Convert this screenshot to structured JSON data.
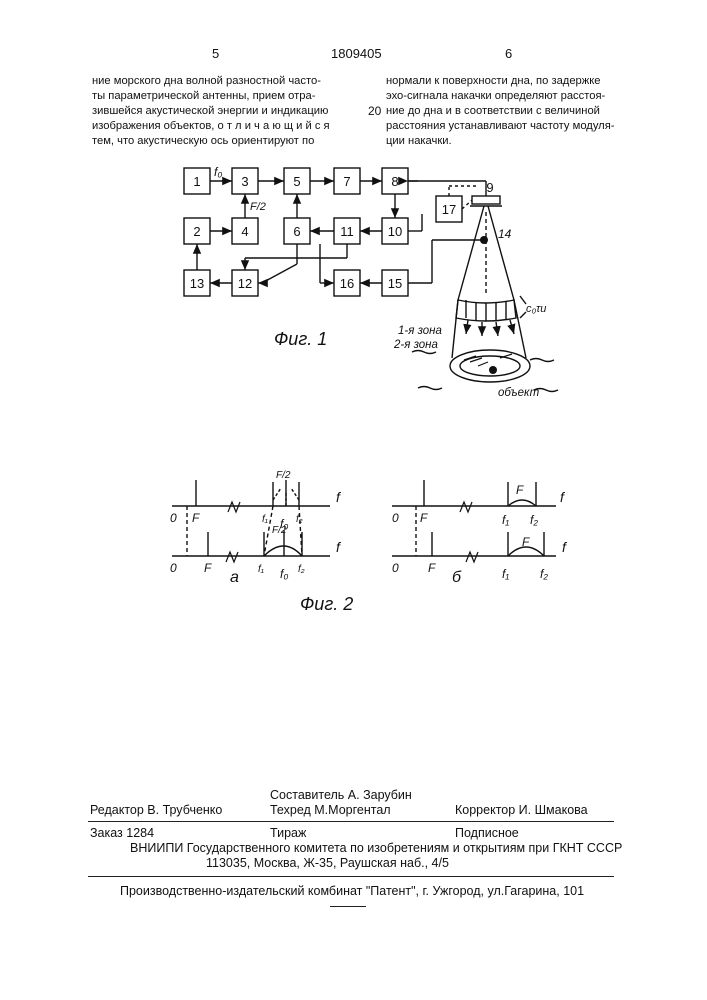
{
  "header": {
    "page_left": "5",
    "patent_number": "1809405",
    "page_right": "6"
  },
  "col_left": [
    "ние морского дна волной разностной часто-",
    "ты параметрической антенны, прием отра-",
    "зившейся акустической энергии и индикацию",
    "изображения объектов, ",
    "о т л и ч а ю щ и й с я",
    "тем, что акустическую ось ориентируют по"
  ],
  "line_number": "20",
  "col_right": [
    "нормали к поверхности дна, по задержке",
    "эхо-сигнала накачки определяют расстоя-",
    "ние до дна и в соответствии с величиной",
    "расстояния устанавливают частоту модуля-",
    "ции накачки."
  ],
  "fig1": {
    "blocks": [
      "1",
      "2",
      "3",
      "4",
      "5",
      "6",
      "7",
      "8",
      "9",
      "10",
      "11",
      "12",
      "13",
      "15",
      "16",
      "17"
    ],
    "label_f0": "f₀",
    "label_f2": "F/2",
    "label_14": "14",
    "label_pulse": "c₀τи",
    "zone1": "1-я зона",
    "zone2": "2-я зона",
    "object": "объект",
    "caption": "Фиг. 1"
  },
  "fig2": {
    "axis_f": "f",
    "zero": "0",
    "F": "F",
    "F2": "F/2",
    "f1": "f₁",
    "f0": "f₀",
    "f2": "f₂",
    "sub_a": "а",
    "sub_b": "б",
    "caption": "Фиг. 2"
  },
  "footer": {
    "compiler": "Составитель А. Зарубин",
    "editor": "Редактор В. Трубченко",
    "techred": "Техред М.Моргентал",
    "corrector": "Корректор И. Шмакова",
    "order": "Заказ 1284",
    "circulation": "Тираж",
    "subscription": "Подписное",
    "vniipi": "ВНИИПИ Государственного комитета по изобретениям и открытиям при ГКНТ СССР",
    "address": "113035, Москва, Ж-35, Раушская наб., 4/5",
    "publisher": "Производственно-издательский комбинат \"Патент\", г. Ужгород, ул.Гагарина, 101"
  }
}
